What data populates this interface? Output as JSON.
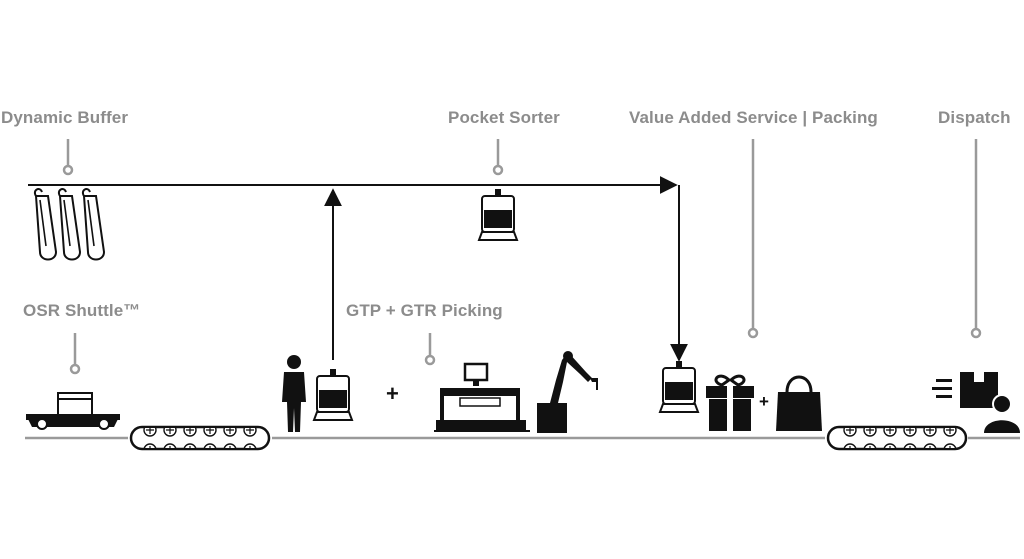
{
  "labels": {
    "dynamic_buffer": "Dynamic Buffer",
    "pocket_sorter": "Pocket Sorter",
    "value_added_packing": "Value Added Service | Packing",
    "dispatch": "Dispatch",
    "osr_shuttle": "OSR Shuttle™",
    "gtp_gtr_picking": "GTP + GTR Picking"
  },
  "symbols": {
    "plus_picking": "+",
    "plus_packing": "+"
  },
  "colors": {
    "label_gray": "#8c8c8c",
    "line_gray": "#9a9a9a",
    "icon_black": "#111111"
  },
  "icons": [
    "pocket-icon",
    "person-icon",
    "workstation-icon",
    "robot-arm-icon",
    "gift-icon",
    "bag-icon",
    "delivery-icon",
    "shuttle-vehicle-icon",
    "conveyor-icon"
  ]
}
